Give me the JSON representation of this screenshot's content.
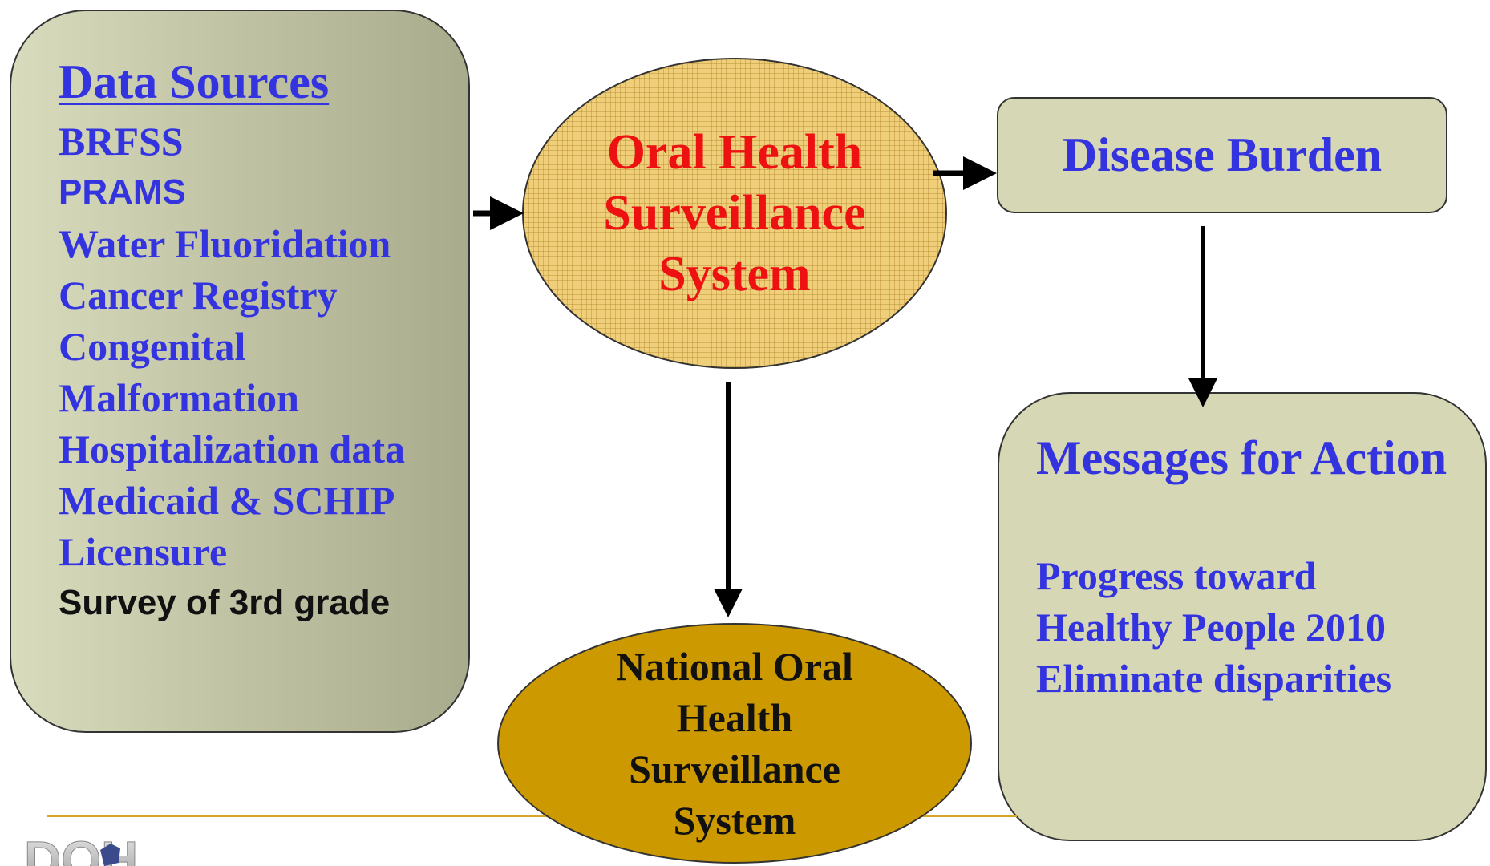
{
  "data_sources": {
    "title": "Data Sources",
    "items": [
      {
        "text": "BRFSS",
        "style": "serif"
      },
      {
        "text": "PRAMS",
        "style": "sans"
      },
      {
        "text": "Water Fluoridation",
        "style": "serif"
      },
      {
        "text": "Cancer Registry",
        "style": "serif"
      },
      {
        "text": "Congenital",
        "style": "serif"
      },
      {
        "text": "Malformation",
        "style": "serif"
      },
      {
        "text": "Hospitalization data",
        "style": "serif"
      },
      {
        "text": "Medicaid & SCHIP",
        "style": "serif"
      },
      {
        "text": "Licensure",
        "style": "serif"
      },
      {
        "text": "Survey of 3rd grade",
        "style": "sans-dark"
      }
    ]
  },
  "surveillance_system": {
    "label": "Oral Health Surveillance System"
  },
  "disease_burden": {
    "label": "Disease Burden"
  },
  "messages": {
    "title": "Messages for Action",
    "items": [
      "Progress toward",
      "Healthy People 2010",
      "Eliminate disparities"
    ]
  },
  "national_system": {
    "label": "National Oral Health Surveillance System"
  },
  "logo": {
    "text": "DOH"
  },
  "colors": {
    "text_blue": "#3333e0",
    "text_red": "#ee1111",
    "box_fill": "#d6d7b5",
    "national_fill": "#cc9a00",
    "surveillance_fill": "#efcf7a",
    "rule": "#d4a62a"
  }
}
